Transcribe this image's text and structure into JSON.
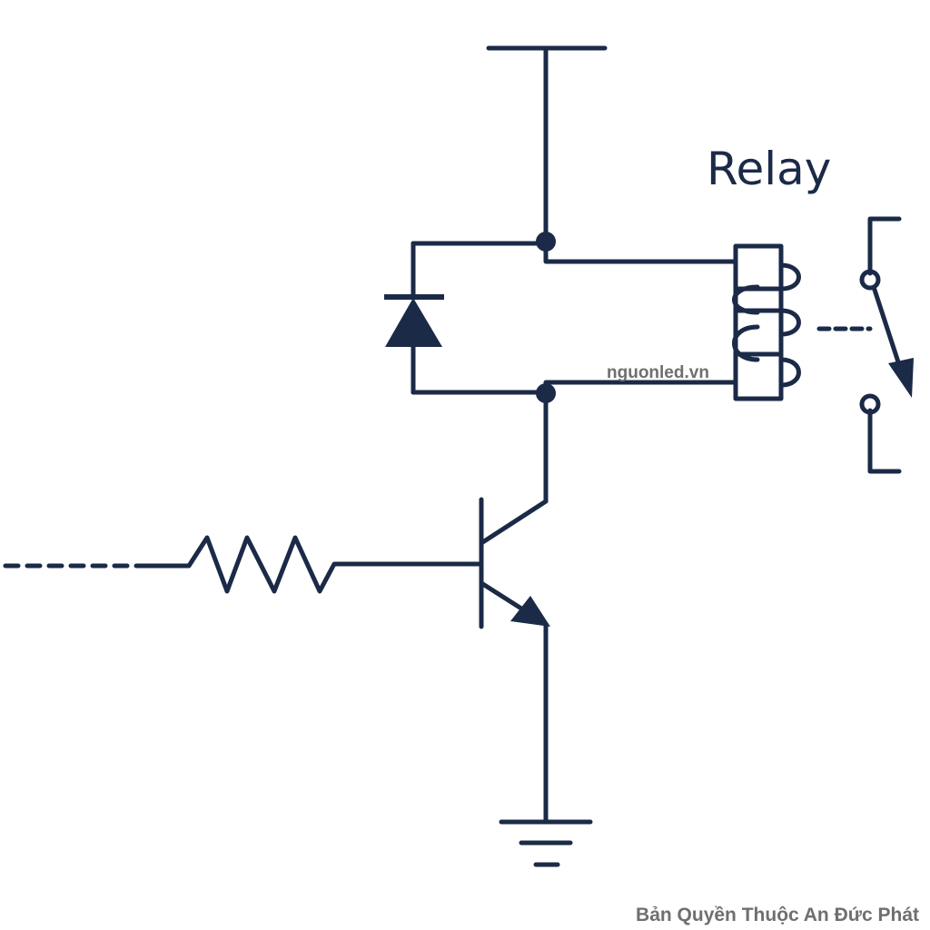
{
  "title": "Relay",
  "watermark": "nguonled.vn",
  "copyright": "Bản Quyền Thuộc An Đức Phát",
  "colors": {
    "line": "#1b2a47",
    "background": "#ffffff",
    "watermark": "#6f6f6f"
  },
  "components": [
    {
      "name": "supply-rail",
      "icon": "vcc-bar"
    },
    {
      "name": "flyback-diode",
      "icon": "diode"
    },
    {
      "name": "relay-coil",
      "icon": "coil"
    },
    {
      "name": "relay-switch",
      "icon": "spst-switch"
    },
    {
      "name": "npn-transistor",
      "icon": "npn-bjt"
    },
    {
      "name": "base-resistor",
      "icon": "resistor"
    },
    {
      "name": "ground",
      "icon": "ground"
    }
  ]
}
